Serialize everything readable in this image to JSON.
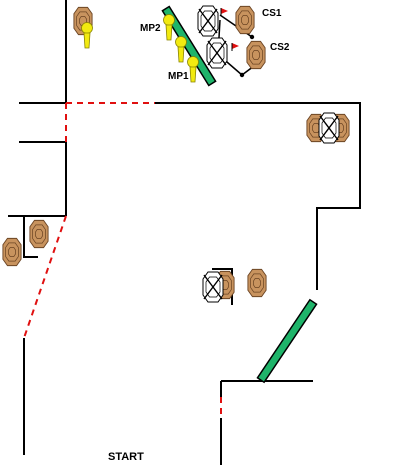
{
  "labels": {
    "cs1": "CS1",
    "cs2": "CS2",
    "mp1": "MP1",
    "mp2": "MP2",
    "start": "START"
  },
  "colors": {
    "wall": "#000000",
    "fault_line": "#e01010",
    "barricade": "#1fb46a",
    "target_fill": "#c8935e",
    "target_stroke": "#6b4423",
    "no_shoot_stroke": "#000000",
    "popper": "#f2ea10",
    "swinger_flag": "#e01010"
  },
  "icons": {
    "shoot_target": "tan-octagon-target-icon",
    "no_shoot": "crossed-white-octagon-no-shoot-icon",
    "popper": "yellow-popper-icon",
    "barricade": "green-barricade-wall",
    "swinger_arm": "swinger-arm-icon"
  }
}
